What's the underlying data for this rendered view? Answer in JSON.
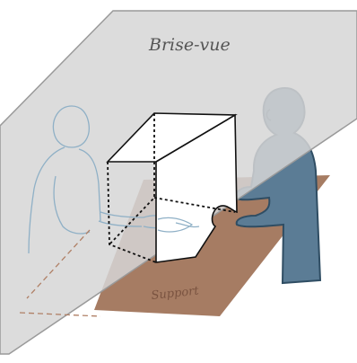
{
  "labels": {
    "screen": "Brise-vue",
    "support": "Support"
  },
  "colors": {
    "background": "#ffffff",
    "screen_fill": "#d6d6d6",
    "screen_edge": "#9a9a9a",
    "support_fill": "#a67c63",
    "support_text": "#7a5340",
    "person_right_fill": "#5b7c95",
    "person_right_stroke": "#2f4d63",
    "person_left_stroke": "#8fb0c6",
    "box_fill": "#ffffff",
    "box_stroke": "#111111",
    "label_text": "#555555"
  },
  "figure": {
    "person_left": "person-faded-outline",
    "person_right": "person-solid-blue",
    "box": "cardboard-box-with-hand-opening"
  }
}
